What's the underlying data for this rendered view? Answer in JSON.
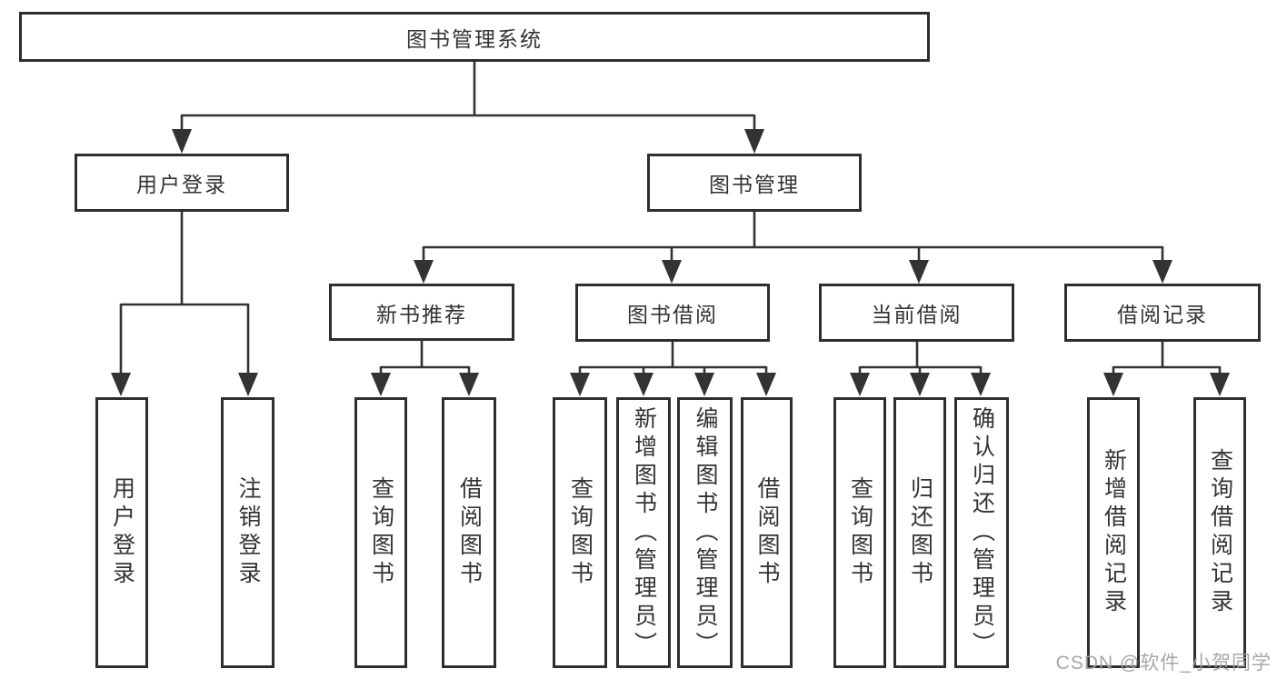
{
  "diagram": {
    "root": {
      "label": "图书管理系统"
    },
    "level2": [
      {
        "label": "用户登录",
        "children": [
          {
            "label": "用户登录"
          },
          {
            "label": "注销登录"
          }
        ]
      },
      {
        "label": "图书管理",
        "sections": [
          {
            "label": "新书推荐",
            "children": [
              {
                "label": "查询图书"
              },
              {
                "label": "借阅图书"
              }
            ]
          },
          {
            "label": "图书借阅",
            "children": [
              {
                "label": "查询图书"
              },
              {
                "label": "新增图书（管理员）"
              },
              {
                "label": "编辑图书（管理员）"
              },
              {
                "label": "借阅图书"
              }
            ]
          },
          {
            "label": "当前借阅",
            "children": [
              {
                "label": "查询图书"
              },
              {
                "label": "归还图书"
              },
              {
                "label": "确认归还（管理员）"
              }
            ]
          },
          {
            "label": "借阅记录",
            "children": [
              {
                "label": "新增借阅记录"
              },
              {
                "label": "查询借阅记录"
              }
            ]
          }
        ]
      }
    ]
  },
  "watermark": {
    "text": "CSDN @软件_小贺同学"
  },
  "colors": {
    "line": "#333333",
    "box_border": "#2e2e2e",
    "text": "#333333",
    "watermark": "#a0a2a8",
    "background": "#ffffff"
  }
}
